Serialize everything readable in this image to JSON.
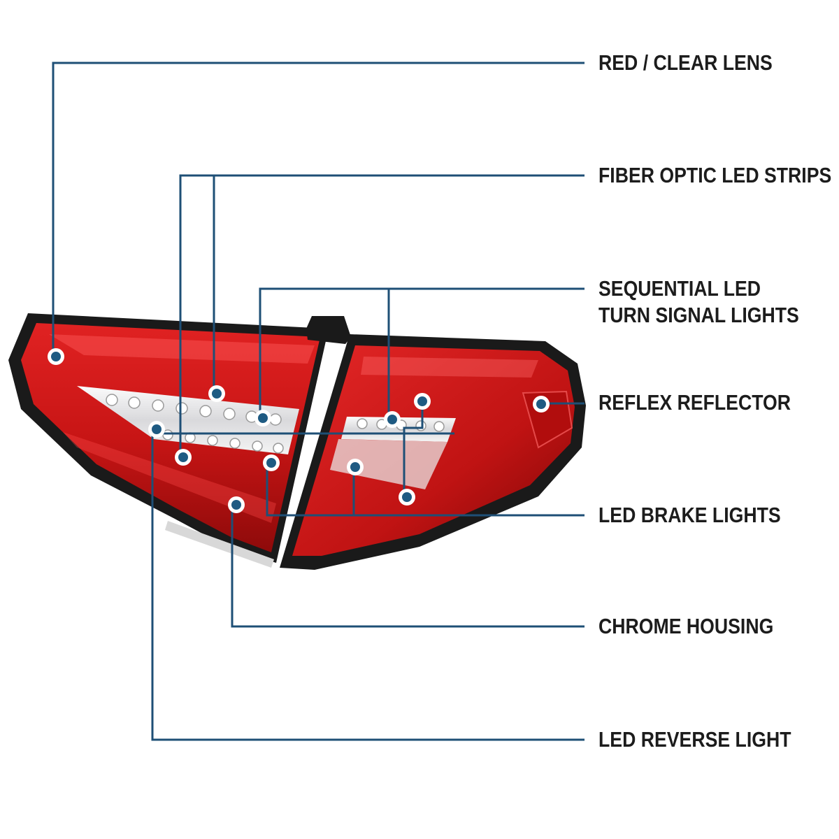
{
  "colors": {
    "callout_line": "#1e4f76",
    "callout_dot": "#1e5a82",
    "lens_red": "#d21a1a",
    "lens_dark": "#7a0707",
    "housing_black": "#1a1a1a",
    "chrome": "#e8e8ea"
  },
  "callouts": [
    {
      "id": "red-clear-lens",
      "label": "RED / CLEAR LENS"
    },
    {
      "id": "fiber-optic-led-strips",
      "label": "FIBER OPTIC LED STRIPS"
    },
    {
      "id": "sequential-led-turn-signal",
      "label_lines": [
        "SEQUENTIAL LED",
        "TURN SIGNAL LIGHTS"
      ]
    },
    {
      "id": "reflex-reflector",
      "label": "REFLEX REFLECTOR"
    },
    {
      "id": "led-brake-lights",
      "label": "LED BRAKE LIGHTS"
    },
    {
      "id": "chrome-housing",
      "label": "CHROME HOUSING"
    },
    {
      "id": "led-reverse-light",
      "label": "LED REVERSE LIGHT"
    }
  ]
}
